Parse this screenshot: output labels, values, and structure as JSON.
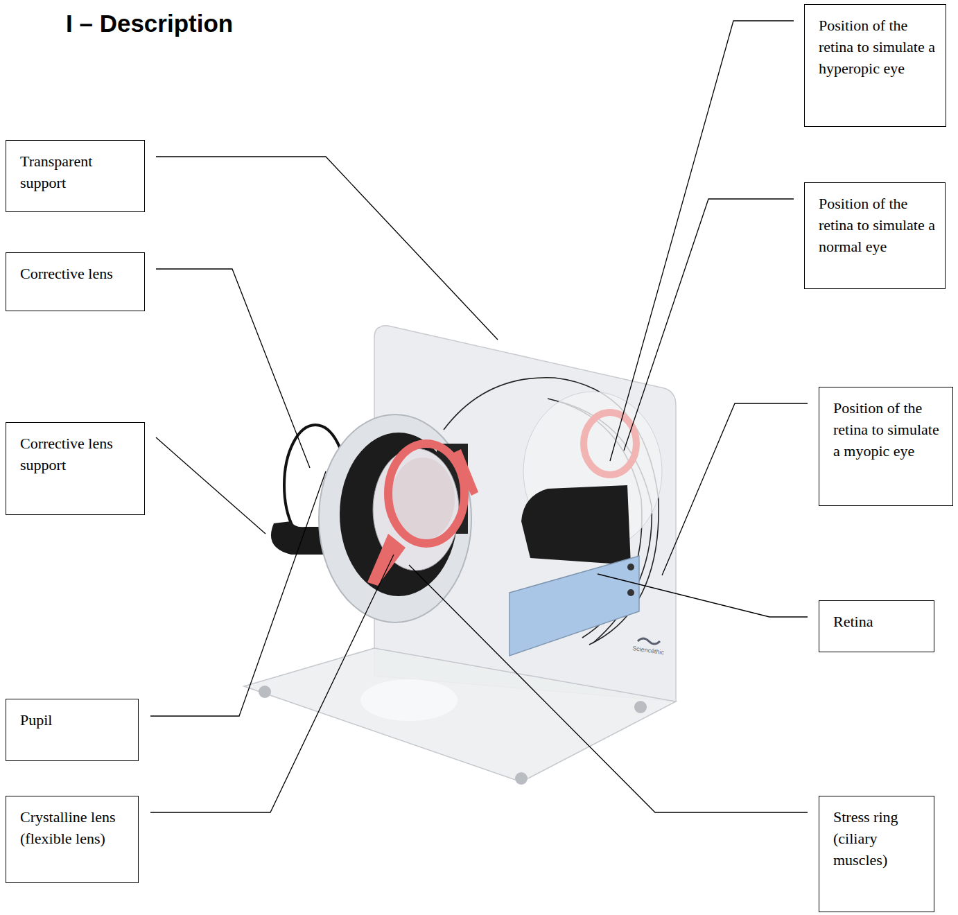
{
  "diagram": {
    "title": "I – Description",
    "nodes": [
      {
        "text": [
          "Position of the retina to simulate a hyperopic eye"
        ]
      },
      {
        "text": [
          "Transparent support"
        ]
      },
      {
        "text": [
          "Position of the retina to simulate a normal eye"
        ]
      },
      {
        "text": [
          "Corrective lens"
        ]
      },
      {
        "text": [
          "Position of the retina to simulate a myopic eye"
        ]
      },
      {
        "text": [
          "Corrective lens support"
        ]
      },
      {
        "text": [
          "Retina"
        ]
      },
      {
        "text": [
          "Pupil"
        ]
      },
      {
        "text": [
          "Crystalline lens (flexible lens)"
        ]
      },
      {
        "text": [
          "Stress ring (ciliary muscles)"
        ]
      }
    ],
    "labels": [
      "Sciencéthic"
    ]
  }
}
